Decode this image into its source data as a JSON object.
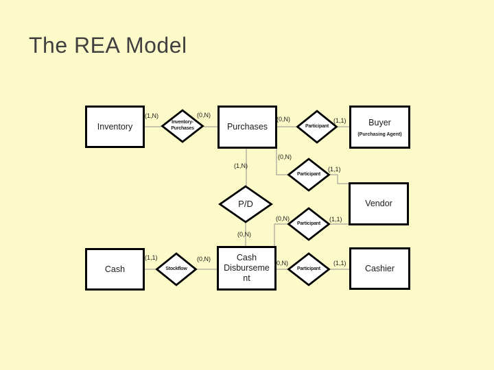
{
  "slide": {
    "title": "The REA Model"
  },
  "colors": {
    "background": "#FCFAC8",
    "shape_fill": "#FFFFFF",
    "shape_border": "#000000",
    "connector_line": "#8F8F8F",
    "title_text": "#404040",
    "label_text": "#1A1A1A"
  },
  "entities": [
    {
      "id": "inventory",
      "label": "Inventory"
    },
    {
      "id": "purchases",
      "label": "Purchases"
    },
    {
      "id": "buyer",
      "label": "Buyer",
      "sublabel": "(Purchasing Agent)"
    },
    {
      "id": "vendor",
      "label": "Vendor"
    },
    {
      "id": "cash",
      "label": "Cash"
    },
    {
      "id": "cash_disbursement",
      "label": "Cash\nDisburseme\nnt"
    },
    {
      "id": "cashier",
      "label": "Cashier"
    }
  ],
  "relationships": [
    {
      "id": "inventory_purchases",
      "label": "Inventory-\nPurchases"
    },
    {
      "id": "participant_buyer",
      "label": "Participant"
    },
    {
      "id": "participant_purchases_vendor",
      "label": "Participant"
    },
    {
      "id": "pd",
      "label": "P/D"
    },
    {
      "id": "participant_cashdisb_vendor",
      "label": "Participant"
    },
    {
      "id": "stockflow",
      "label": "Stockflow"
    },
    {
      "id": "participant_cashier",
      "label": "Participant"
    }
  ],
  "cardinalities": [
    {
      "id": "inventory_to_invpur",
      "text": "(1,N)"
    },
    {
      "id": "invpur_to_purchases",
      "text": "(0,N)"
    },
    {
      "id": "purchases_to_participant_buyer",
      "text": "(0,N)"
    },
    {
      "id": "participant_to_buyer",
      "text": "(1,1)"
    },
    {
      "id": "purchases_to_participant_vendor",
      "text": "(0,N)"
    },
    {
      "id": "participant_to_vendor_top",
      "text": "(1,1)"
    },
    {
      "id": "purchases_to_pd",
      "text": "(1,N)"
    },
    {
      "id": "pd_to_cashdisb",
      "text": "(0,N)"
    },
    {
      "id": "cashdisb_to_participant_vendor",
      "text": "(0,N)"
    },
    {
      "id": "participant_to_vendor_bottom",
      "text": "(1,1)"
    },
    {
      "id": "cash_to_stockflow",
      "text": "(1,1)"
    },
    {
      "id": "stockflow_to_cashdisb",
      "text": "(0,N)"
    },
    {
      "id": "cashdisb_to_participant_cashier",
      "text": "(0,N)"
    },
    {
      "id": "participant_to_cashier",
      "text": "(1,1)"
    }
  ]
}
